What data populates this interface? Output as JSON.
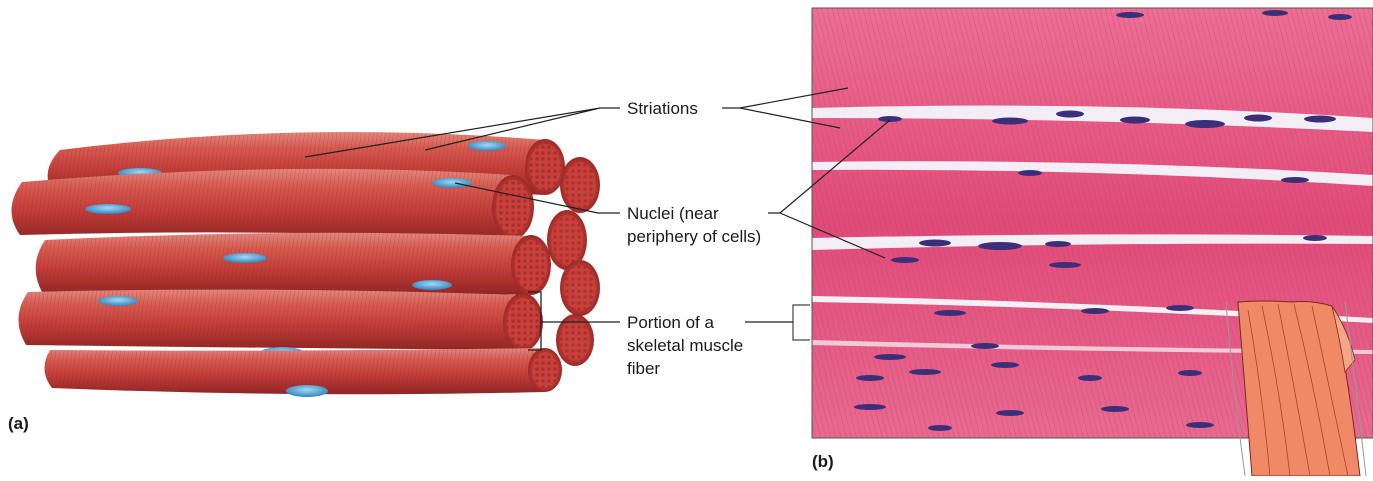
{
  "panels": {
    "a": {
      "label": "(a)"
    },
    "b": {
      "label": "(b)"
    }
  },
  "labels": {
    "striations": "Striations",
    "nuclei_line1": "Nuclei (near",
    "nuclei_line2": "periphery of cells)",
    "portion_line1": "Portion of a",
    "portion_line2": "skeletal muscle",
    "portion_line3": "fiber"
  },
  "colors": {
    "fiber": "#c8423e",
    "fiber_dark": "#9e2a28",
    "fiber_light": "#e07a70",
    "nucleus": "#5aa6d6",
    "tissue": "#e0517c",
    "tissue_light": "#f27ea0",
    "tissue_nuclei": "#3b2f7a",
    "gap": "#f2f0f6",
    "leader": "#222222"
  }
}
